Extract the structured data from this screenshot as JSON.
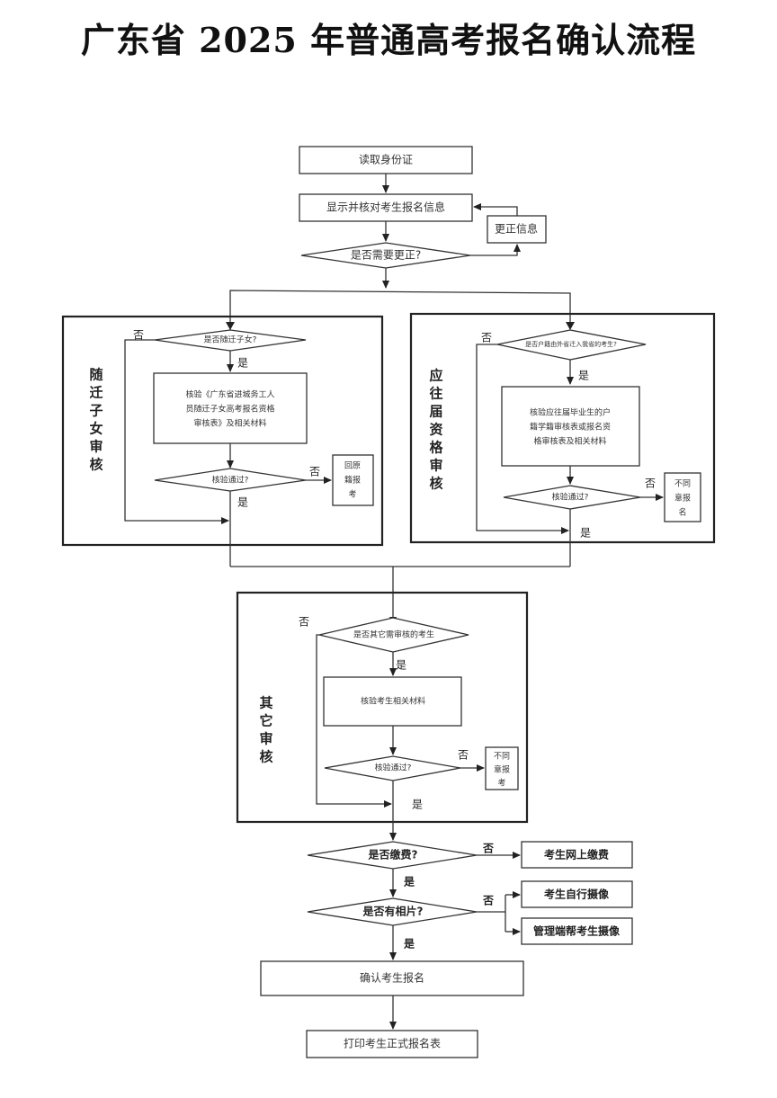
{
  "title": "广东省 2025 年普通高考报名确认流程",
  "nodes": {
    "read_id": "读取身份证",
    "show_info": "显示并核对考生报名信息",
    "correct_info": "更正信息",
    "need_correct": "是否需要更正?",
    "sec1": {
      "side_label": [
        "随",
        "迁",
        "子",
        "女",
        "审",
        "核"
      ],
      "q1": "是否随迁子女?",
      "verify": [
        "核验《广东省进城务工人",
        "员随迁子女高考报名资格",
        "审核表》及相关材料"
      ],
      "q2": "核验通过?",
      "reject": [
        "回原",
        "籍报",
        "考"
      ]
    },
    "sec2": {
      "side_label": [
        "应",
        "往",
        "届",
        "资",
        "格",
        "审",
        "核"
      ],
      "q1": "是否户籍由外省迁入我省的考生?",
      "verify": [
        "核验应往届毕业生的户",
        "籍学籍审核表或报名资",
        "格审核表及相关材料"
      ],
      "q2": "核验通过?",
      "reject": [
        "不同",
        "意报",
        "名"
      ]
    },
    "sec3": {
      "side_label": [
        "其",
        "它",
        "审",
        "核"
      ],
      "q1": "是否其它需审核的考生",
      "verify": "核验考生相关材料",
      "q2": "核验通过?",
      "reject": [
        "不同",
        "意报",
        "考"
      ]
    },
    "pay_q": "是否缴费?",
    "pay_online": "考生网上缴费",
    "photo_q": "是否有相片?",
    "self_photo": "考生自行摄像",
    "admin_photo": "管理端帮考生摄像",
    "confirm": "确认考生报名",
    "print": "打印考生正式报名表"
  },
  "labels": {
    "yes": "是",
    "no": "否"
  }
}
